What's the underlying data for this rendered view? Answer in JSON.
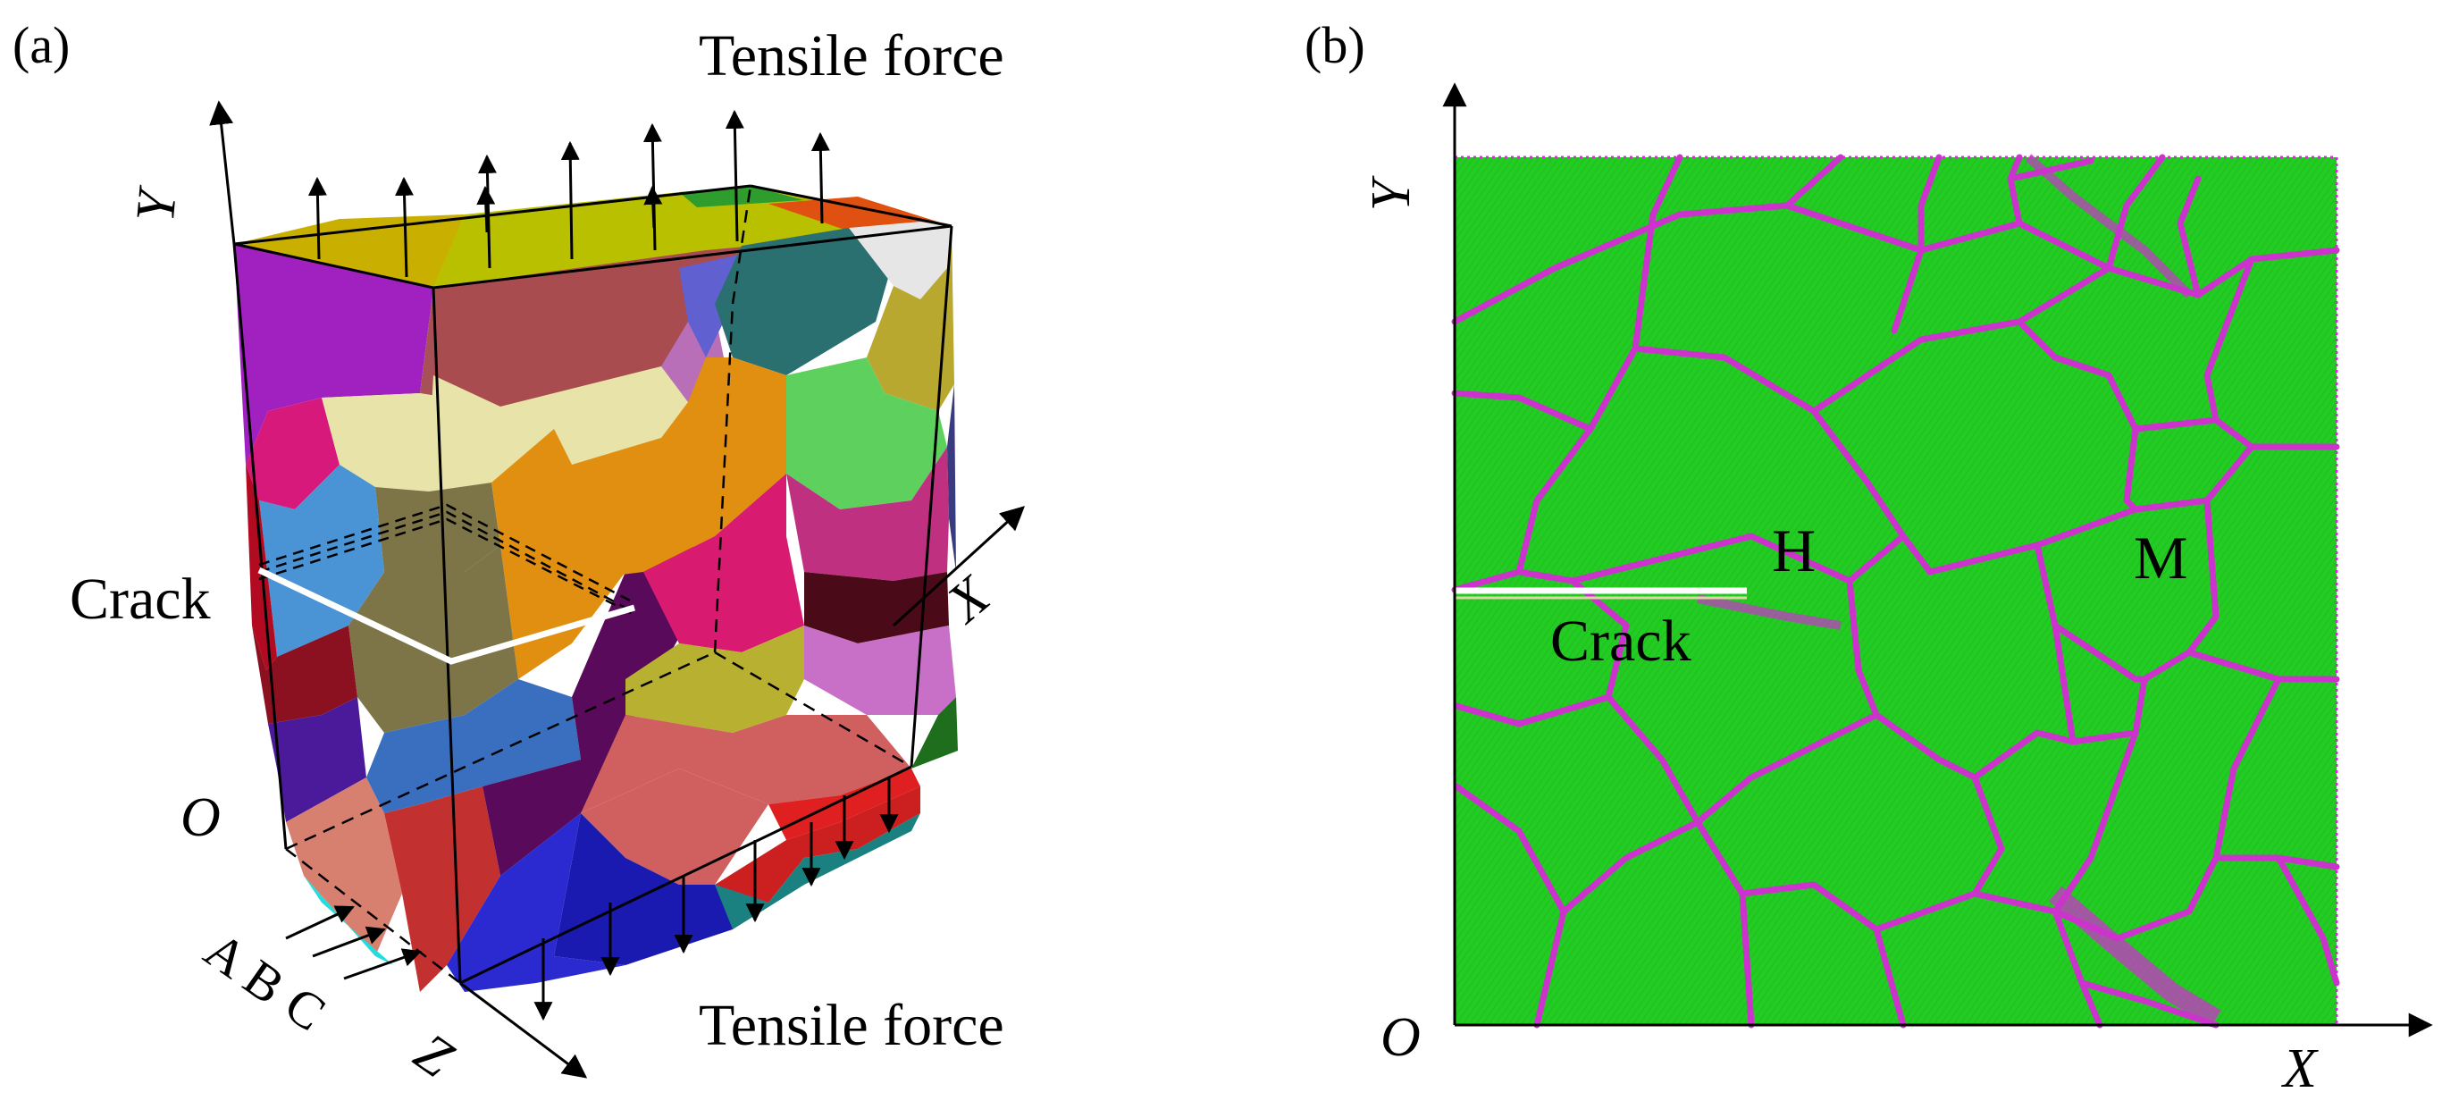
{
  "panel_a": {
    "tag": "(a)",
    "top_force": "Tensile force",
    "bottom_force": "Tensile force",
    "axis_y": "Y",
    "axis_x": "X",
    "axis_z": "Z",
    "origin": "O",
    "crack": "Crack",
    "probe_letters": [
      "A",
      "B",
      "C"
    ]
  },
  "panel_b": {
    "tag": "(b)",
    "axis_y": "Y",
    "axis_x": "X",
    "origin": "O",
    "crack": "Crack",
    "grain_h": "H",
    "grain_m": "M"
  },
  "colors": {
    "grain_green": "#22cc22",
    "boundary_magenta": "#cc33cc",
    "crack_white": "#ffffff",
    "axes_black": "#000000"
  }
}
